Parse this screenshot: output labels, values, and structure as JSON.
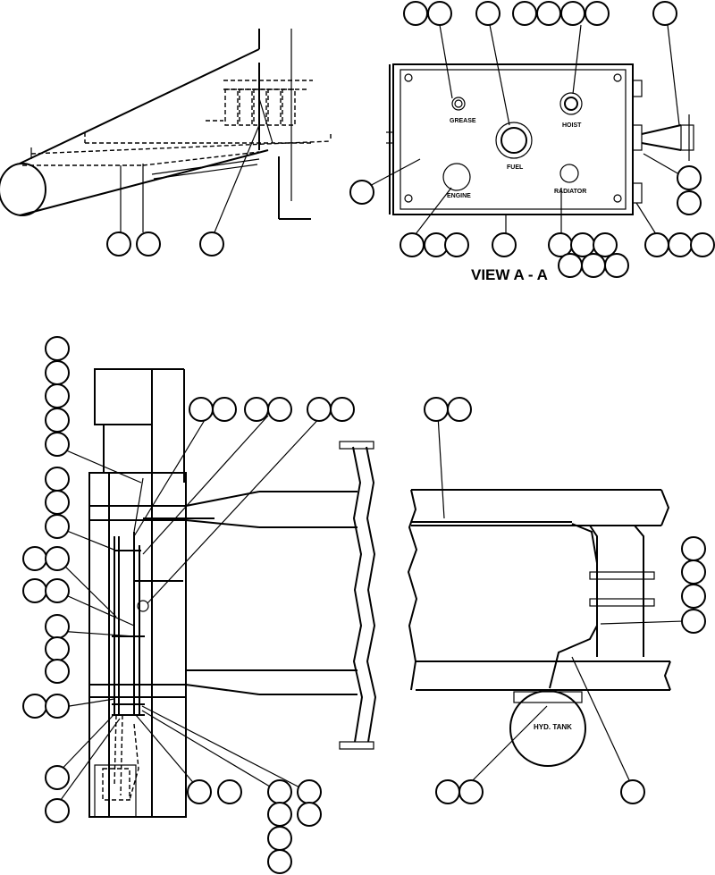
{
  "view_label": "VIEW A - A",
  "panel": {
    "grease": "GREASE",
    "hoist": "HOIST",
    "fuel": "FUEL",
    "engine": "ENGINE",
    "radiator": "RADIATOR"
  },
  "tank_label": "HYD. TANK"
}
